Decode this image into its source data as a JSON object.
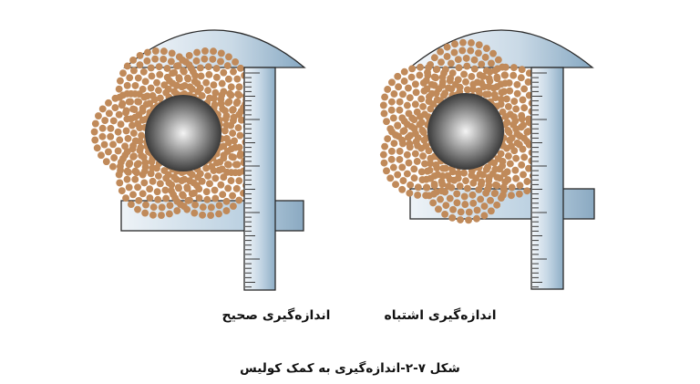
{
  "labels": {
    "correct": "اندازه‌گیری صحیح",
    "incorrect": "اندازه‌گیری اشتباه"
  },
  "caption": "شکل ۷-۲-اندازه‌گیری به کمک کولیس",
  "colors": {
    "strand_wire": "#c08a5a",
    "core_light": "#f2f2f2",
    "core_dark": "#3c3c3c",
    "caliper_light": "#eef3f8",
    "caliper_dark": "#8fb0c8",
    "outline": "#2a2a2a"
  },
  "diagrams": [
    {
      "id": "correct",
      "strand_count": 6,
      "strand_orientation": "pointed-sideways"
    },
    {
      "id": "incorrect",
      "strand_count": 6,
      "strand_orientation": "flat-sideways"
    }
  ]
}
